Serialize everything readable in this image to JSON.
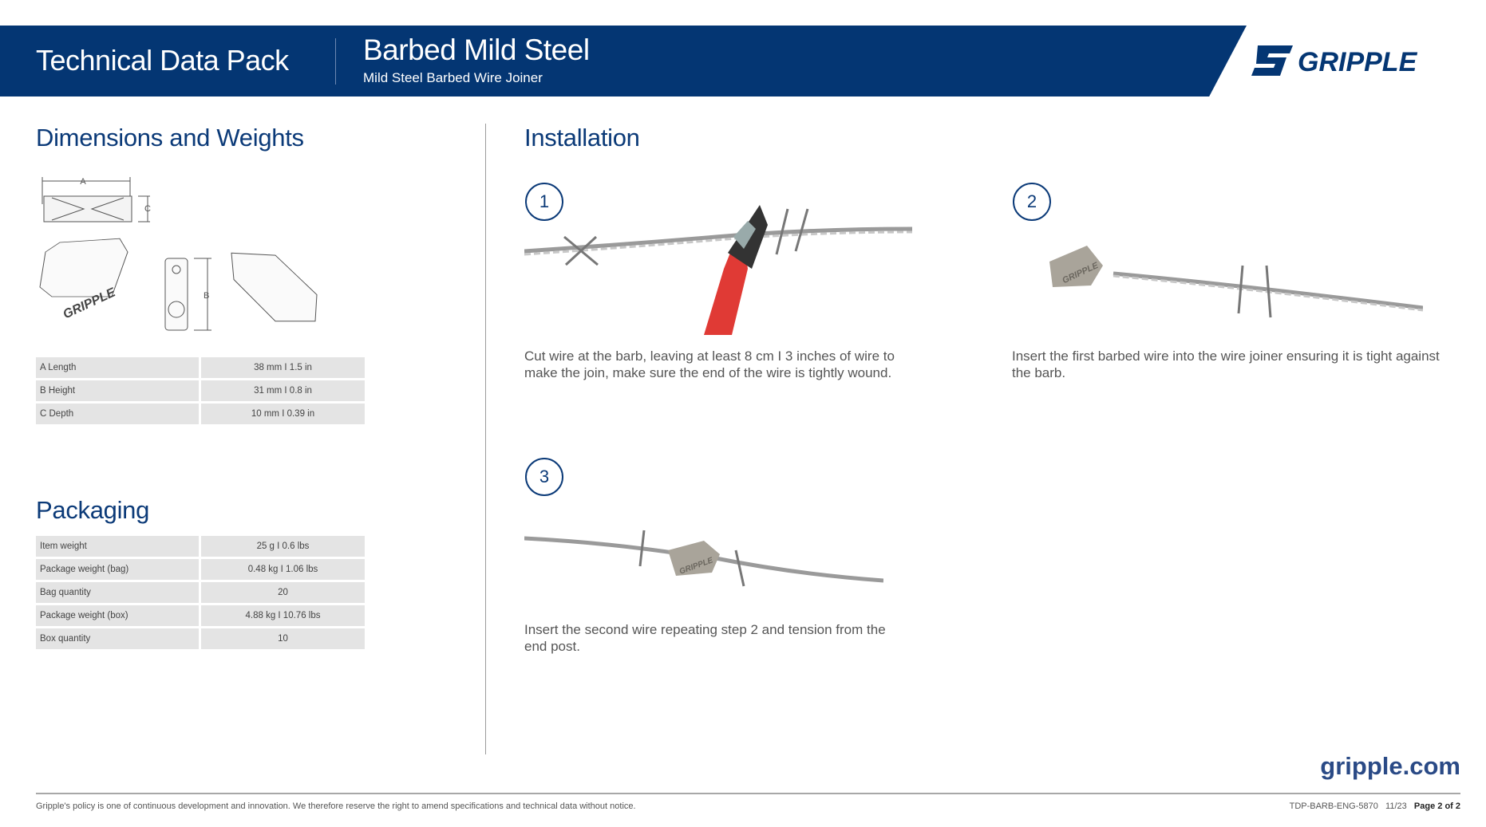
{
  "header": {
    "doc_type": "Technical Data Pack",
    "product": "Barbed Mild Steel",
    "subtitle": "Mild Steel Barbed Wire Joiner",
    "logo_text": "GRIPPLE",
    "brand_color": "#043673"
  },
  "dimensions": {
    "title": "Dimensions and Weights",
    "diagram_labels": {
      "a": "A",
      "b": "B",
      "c": "C"
    },
    "rows": [
      {
        "label": "A Length",
        "value": "38 mm I 1.5 in"
      },
      {
        "label": "B Height",
        "value": "31 mm I 0.8 in"
      },
      {
        "label": "C Depth",
        "value": "10 mm I 0.39 in"
      }
    ]
  },
  "packaging": {
    "title": "Packaging",
    "rows": [
      {
        "label": "Item weight",
        "value": "25 g I 0.6 lbs"
      },
      {
        "label": "Package weight (bag)",
        "value": "0.48 kg I 1.06 lbs"
      },
      {
        "label": "Bag quantity",
        "value": "20"
      },
      {
        "label": "Package weight (box)",
        "value": "4.88 kg I 10.76 lbs"
      },
      {
        "label": "Box quantity",
        "value": "10"
      }
    ]
  },
  "installation": {
    "title": "Installation",
    "steps": [
      {
        "number": "1",
        "text": "Cut wire at the barb, leaving at least 8 cm I 3 inches of wire to make the join, make sure the end of the wire is tightly wound."
      },
      {
        "number": "2",
        "text": "Insert the first barbed wire into the wire joiner ensuring it is tight against the barb."
      },
      {
        "number": "3",
        "text": "Insert the second wire repeating step 2 and tension from the end post."
      }
    ]
  },
  "footer": {
    "website": "gripple.com",
    "disclaimer": "Gripple's policy is one of continuous development and innovation. We therefore reserve the right to amend specifications and technical data without notice.",
    "doc_code": "TDP-BARB-ENG-5870",
    "date": "11/23",
    "page": "Page 2 of 2"
  }
}
